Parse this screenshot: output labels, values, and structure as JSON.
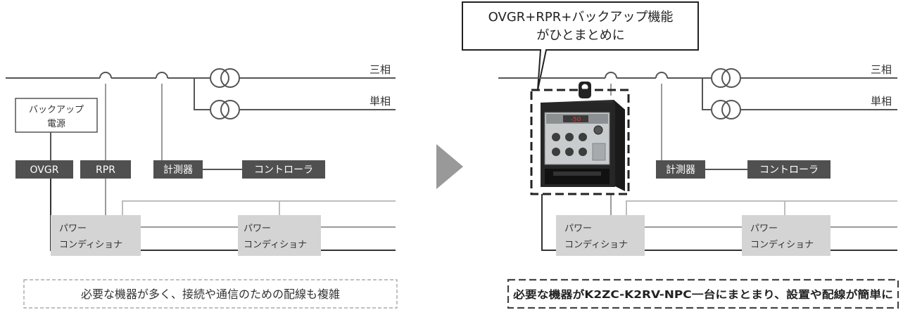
{
  "before": {
    "phase_three": "三相",
    "phase_single": "単相",
    "backup_power_line1": "バックアップ",
    "backup_power_line2": "電源",
    "ovgr": "OVGR",
    "rpr": "RPR",
    "meter": "計測器",
    "controller": "コントローラ",
    "pcs1_line1": "パワー",
    "pcs1_line2": "コンディショナ",
    "pcs2_line1": "パワー",
    "pcs2_line2": "コンディショナ",
    "caption": "必要な機器が多く、接続や通信のための配線も複雑"
  },
  "after": {
    "callout_line1": "OVGR+RPR+バックアップ機能",
    "callout_line2": "がひとまとめに",
    "phase_three": "三相",
    "phase_single": "単相",
    "meter": "計測器",
    "controller": "コントローラ",
    "pcs1_line1": "パワー",
    "pcs1_line2": "コンディショナ",
    "pcs2_line1": "パワー",
    "pcs2_line2": "コンディショナ",
    "caption": "必要な機器がK2ZC-K2RV-NPC一台にまとまり、設置や配線が簡単に",
    "device_display": "-50"
  },
  "colors": {
    "line_dark": "#555555",
    "line_gray": "#9a9a9a",
    "line_light": "#bdbdbd",
    "box_dark": "#505050",
    "box_light": "#d4d4d4",
    "arrow": "#999999"
  }
}
